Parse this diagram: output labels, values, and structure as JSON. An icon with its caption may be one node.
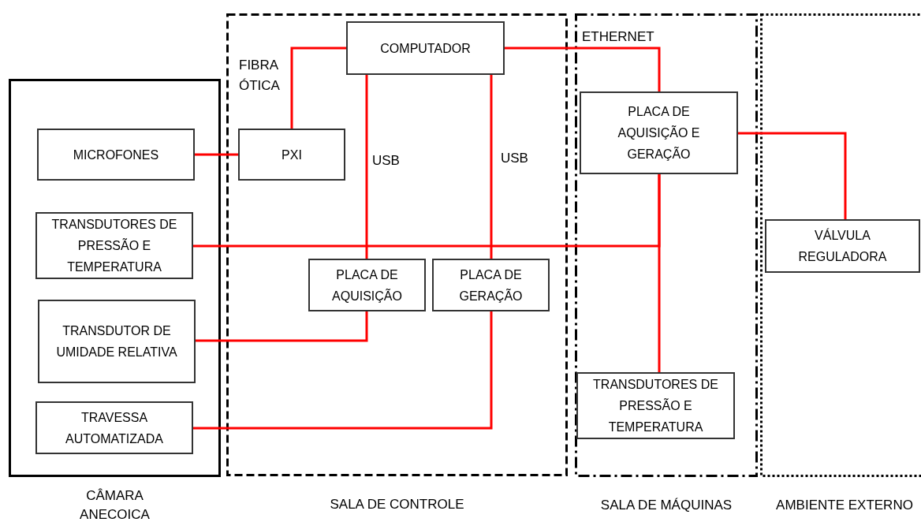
{
  "diagram": {
    "nodes": [
      {
        "text": [
          "CÂMARA ANECOICA"
        ]
      },
      {
        "text": [
          "MICROFONES"
        ],
        "in": 0
      },
      {
        "text": [
          "TRANSDUTORES DE PRESSÃO E TEMPERATURA"
        ],
        "in": 0
      },
      {
        "text": [
          "TRANSDUTOR DE UMIDADE RELATIVA"
        ],
        "in": 0
      },
      {
        "text": [
          "TRAVESSA AUTOMATIZADA"
        ],
        "in": 0
      },
      {
        "text": [
          "SALA DE CONTROLE"
        ]
      },
      {
        "text": [
          "COMPUTADOR"
        ],
        "in": 5
      },
      {
        "text": [
          "PXI"
        ],
        "in": 5
      },
      {
        "text": [
          "PLACA DE AQUISIÇÃO"
        ],
        "in": 5
      },
      {
        "text": [
          "PLACA DE GERAÇÃO"
        ],
        "in": 5
      },
      {
        "text": [
          "SALA DE MÁQUINAS"
        ]
      },
      {
        "text": [
          "PLACA DE AQUISIÇÃO E GERAÇÃO"
        ],
        "in": 10
      },
      {
        "text": [
          "TRANSDUTORES DE PRESSÃO E TEMPERATURA"
        ],
        "in": 10
      },
      {
        "text": [
          "AMBIENTE EXTERNO"
        ]
      },
      {
        "text": [
          "VÁLVULA REGULADORA"
        ],
        "in": 13
      }
    ],
    "edges": [
      {
        "from": 1,
        "to": 7,
        "arrow": "none"
      },
      {
        "from": 7,
        "to": 6,
        "arrow": "none",
        "label": "FIBRA ÓTICA"
      },
      {
        "from": 6,
        "to": 8,
        "arrow": "none",
        "label": "USB"
      },
      {
        "from": 6,
        "to": 9,
        "arrow": "none",
        "label": "USB"
      },
      {
        "from": 6,
        "to": 11,
        "arrow": "none",
        "label": "ETHERNET"
      },
      {
        "from": 2,
        "to": 11,
        "arrow": "none"
      },
      {
        "from": 11,
        "to": 12,
        "arrow": "none"
      },
      {
        "from": 3,
        "to": 8,
        "arrow": "none"
      },
      {
        "from": 4,
        "to": 9,
        "arrow": "none"
      },
      {
        "from": 11,
        "to": 14,
        "arrow": "none"
      }
    ]
  }
}
